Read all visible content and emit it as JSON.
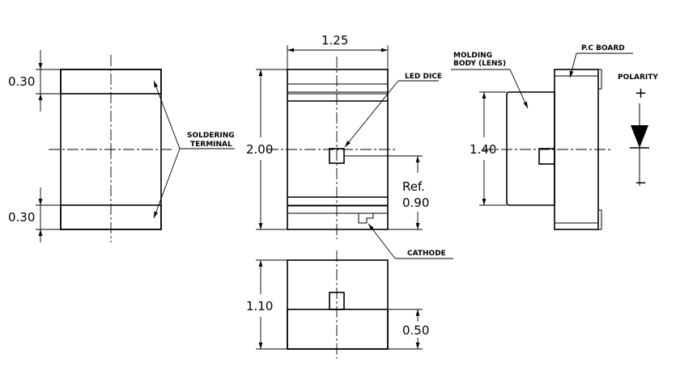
{
  "dimensions": {
    "top_terminal": "0.30",
    "bottom_terminal": "0.30",
    "width": "1.25",
    "height": "2.00",
    "ref_label": "Ref.",
    "ref_value": "0.90",
    "side_height": "1.40",
    "bottom_view_height": "1.10",
    "bottom_view_band": "0.50"
  },
  "labels": {
    "soldering_line1": "SOLDERING",
    "soldering_line2": "TERMINAL",
    "led_dice": "LED DICE",
    "molding_line1": "MOLDING",
    "molding_line2": "BODY (LENS)",
    "pc_board": "P.C BOARD",
    "polarity": "POLARITY",
    "cathode": "CATHODE",
    "plus": "+",
    "minus": "−"
  }
}
